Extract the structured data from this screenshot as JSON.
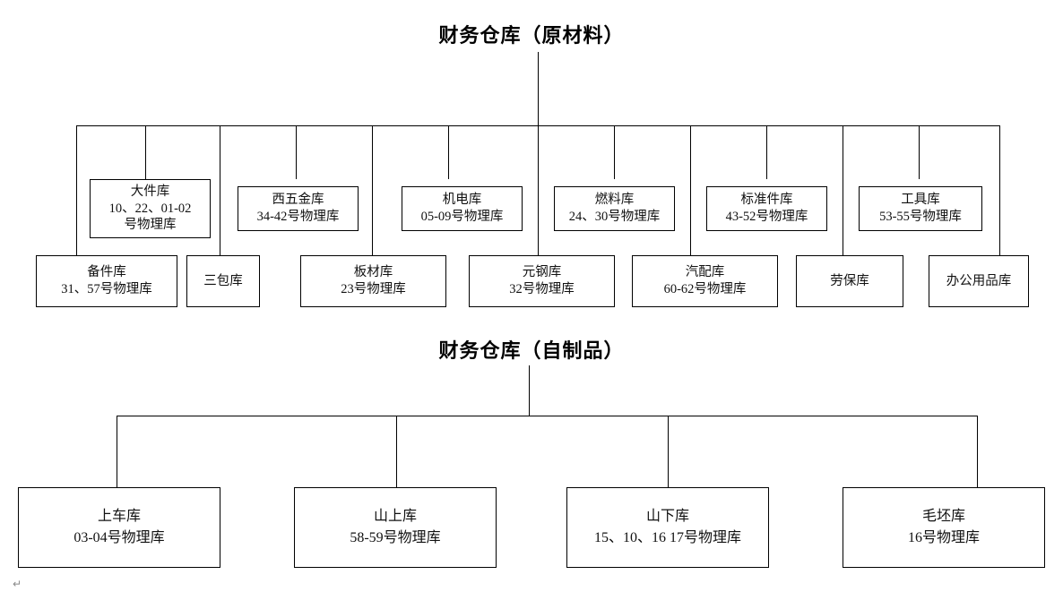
{
  "document": {
    "charts": [
      {
        "id": "raw-materials",
        "title": "财务仓库（原材料）",
        "root_label": "财务仓库（原材料）",
        "nodes_row1": [
          {
            "name": "大件库",
            "line2": "10、22、01-02",
            "line3": "号物理库"
          },
          {
            "name": "西五金库",
            "line2": "34-42号物理库",
            "line3": ""
          },
          {
            "name": "机电库",
            "line2": "05-09号物理库",
            "line3": ""
          },
          {
            "name": "燃料库",
            "line2": "24、30号物理库",
            "line3": ""
          },
          {
            "name": "标准件库",
            "line2": "43-52号物理库",
            "line3": ""
          },
          {
            "name": "工具库",
            "line2": "53-55号物理库",
            "line3": ""
          }
        ],
        "nodes_row2": [
          {
            "name": "备件库",
            "line2": "31、57号物理库"
          },
          {
            "name": "三包库",
            "line2": ""
          },
          {
            "name": "板材库",
            "line2": "23号物理库"
          },
          {
            "name": "元钢库",
            "line2": "32号物理库"
          },
          {
            "name": "汽配库",
            "line2": "60-62号物理库"
          },
          {
            "name": "劳保库",
            "line2": ""
          },
          {
            "name": "办公用品库",
            "line2": ""
          }
        ]
      },
      {
        "id": "self-made",
        "title": "财务仓库（自制品）",
        "root_label": "财务仓库（自制品）",
        "nodes": [
          {
            "name": "上车库",
            "line2": "03-04号物理库"
          },
          {
            "name": "山上库",
            "line2": "58-59号物理库"
          },
          {
            "name": "山下库",
            "line2": "15、10、16 17号物理库"
          },
          {
            "name": "毛坯库",
            "line2": "16号物理库"
          }
        ]
      }
    ],
    "footer_mark": "↵",
    "colors": {
      "line": "#000000",
      "text": "#111111",
      "background": "#ffffff"
    }
  }
}
